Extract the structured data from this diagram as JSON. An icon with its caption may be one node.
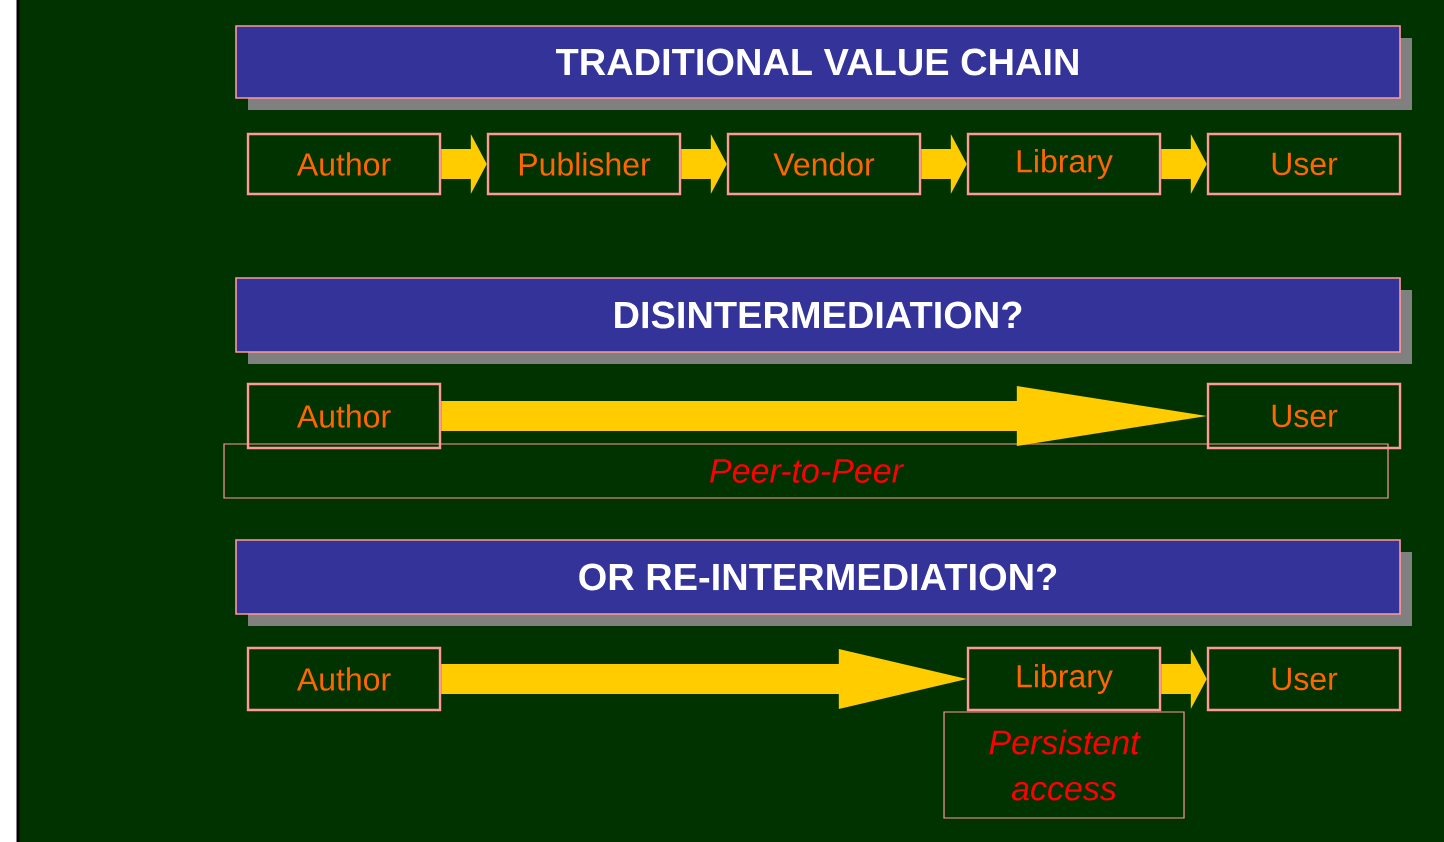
{
  "diagram": {
    "nodes": [
      {
        "text": [
          "TRADITIONAL VALUE CHAIN"
        ]
      },
      {
        "text": [
          "Author"
        ]
      },
      {
        "text": [
          "Publisher"
        ]
      },
      {
        "text": [
          "Vendor"
        ]
      },
      {
        "text": [
          "Library"
        ]
      },
      {
        "text": [
          "User"
        ]
      },
      {
        "text": [
          "DISINTERMEDIATION?"
        ]
      },
      {
        "text": [
          "Author"
        ]
      },
      {
        "text": [
          "User"
        ]
      },
      {
        "text": [
          "Peer-to-Peer"
        ]
      },
      {
        "text": [
          "OR RE-INTERMEDIATION?"
        ]
      },
      {
        "text": [
          "Author"
        ]
      },
      {
        "text": [
          "Library"
        ]
      },
      {
        "text": [
          "User"
        ]
      },
      {
        "text": [
          "Persistent access"
        ]
      }
    ],
    "edges": [
      {
        "from": 1,
        "to": 2,
        "arrow": "to"
      },
      {
        "from": 2,
        "to": 3,
        "arrow": "to"
      },
      {
        "from": 3,
        "to": 4,
        "arrow": "to"
      },
      {
        "from": 4,
        "to": 5,
        "arrow": "to"
      },
      {
        "from": 7,
        "to": 8,
        "arrow": "to"
      },
      {
        "from": 11,
        "to": 12,
        "arrow": "to"
      },
      {
        "from": 12,
        "to": 13,
        "arrow": "to"
      }
    ]
  }
}
